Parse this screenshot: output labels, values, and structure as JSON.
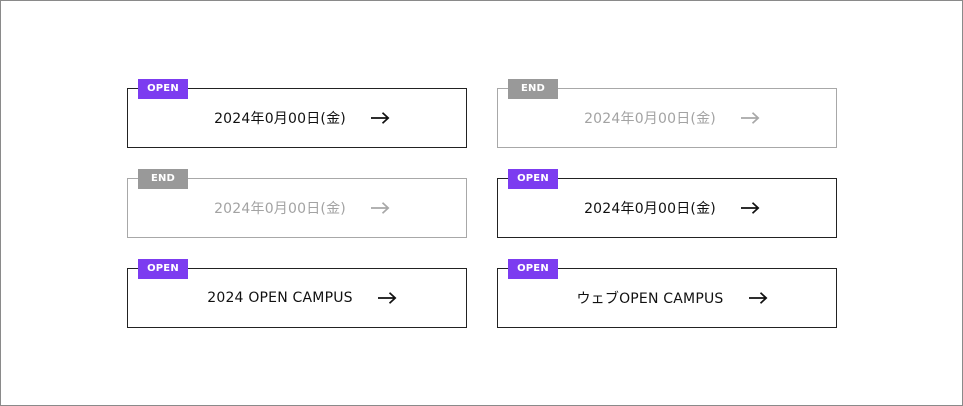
{
  "colors": {
    "open_badge": "#7c3cf0",
    "end_badge": "#999999",
    "active_text": "#111111",
    "ended_text": "#a3a3a3"
  },
  "cards": [
    {
      "status": "OPEN",
      "label": "2024年0月00日(金)",
      "icon": "arrow-right-icon"
    },
    {
      "status": "END",
      "label": "2024年0月00日(金)",
      "icon": "arrow-right-icon"
    },
    {
      "status": "END",
      "label": "2024年0月00日(金)",
      "icon": "arrow-right-icon"
    },
    {
      "status": "OPEN",
      "label": "2024年0月00日(金)",
      "icon": "arrow-right-icon"
    },
    {
      "status": "OPEN",
      "label": "2024 OPEN CAMPUS",
      "icon": "arrow-right-icon"
    },
    {
      "status": "OPEN",
      "label": "ウェブOPEN CAMPUS",
      "icon": "arrow-right-icon"
    }
  ]
}
